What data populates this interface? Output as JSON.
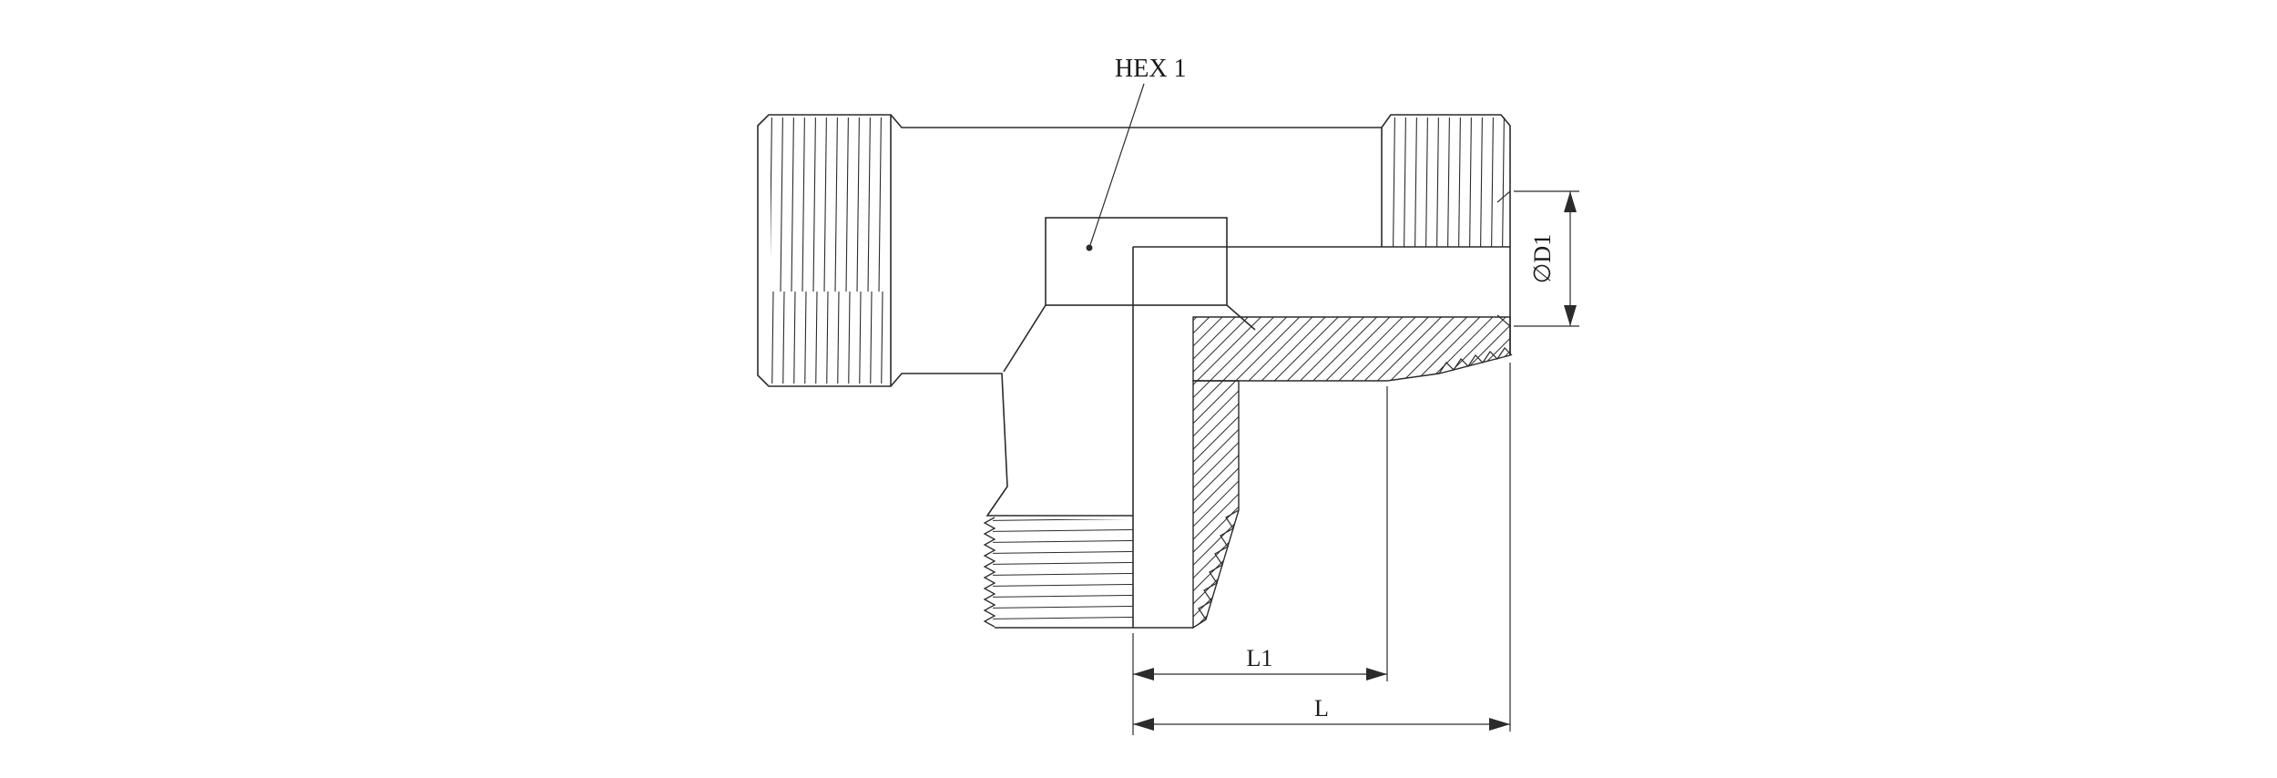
{
  "page": {
    "background_color": "#ffffff",
    "line_color": "#2b2b2b"
  },
  "drawing": {
    "type": "technical-drawing",
    "subject": "tee-fitting-half-section",
    "callout_hex": "HEX 1",
    "dim_diameter": "∅D1",
    "dim_length_short": "L1",
    "dim_length_full": "L"
  }
}
